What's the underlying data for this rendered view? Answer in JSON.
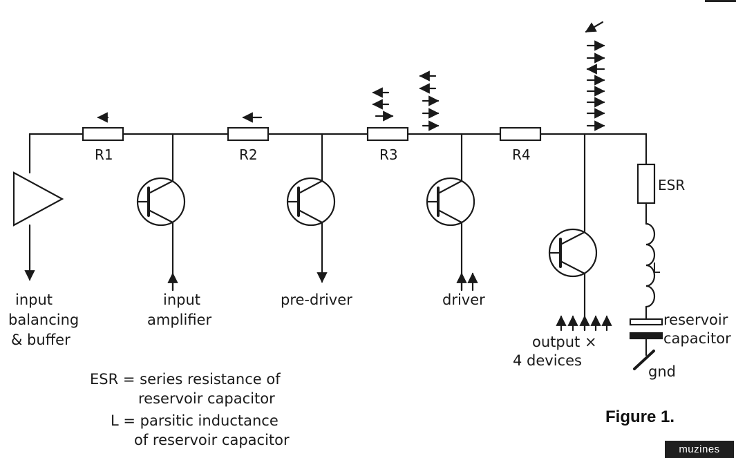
{
  "components": {
    "r1": "R1",
    "r2": "R2",
    "r3": "R3",
    "r4": "R4",
    "esr": "ESR",
    "inductor": "L"
  },
  "stages": {
    "input_balancing": [
      "input",
      "balancing",
      "& buffer"
    ],
    "input_amplifier": [
      "input",
      "amplifier"
    ],
    "pre_driver": "pre-driver",
    "driver": "driver",
    "output": [
      "output ×",
      "4 devices"
    ],
    "reservoir": [
      "reservoir",
      "capacitor"
    ],
    "gnd": "gnd"
  },
  "legend": {
    "esr_line1": "ESR = series resistance of",
    "esr_line2": "reservoir capacitor",
    "l_line1": "L = parsitic inductance",
    "l_line2": "of reservoir capacitor"
  },
  "figure_caption": "Figure 1.",
  "watermark": "muzines",
  "colors": {
    "ink": "#1a1a1a",
    "paper": "#ffffff",
    "badge": "#1f1f1f"
  }
}
